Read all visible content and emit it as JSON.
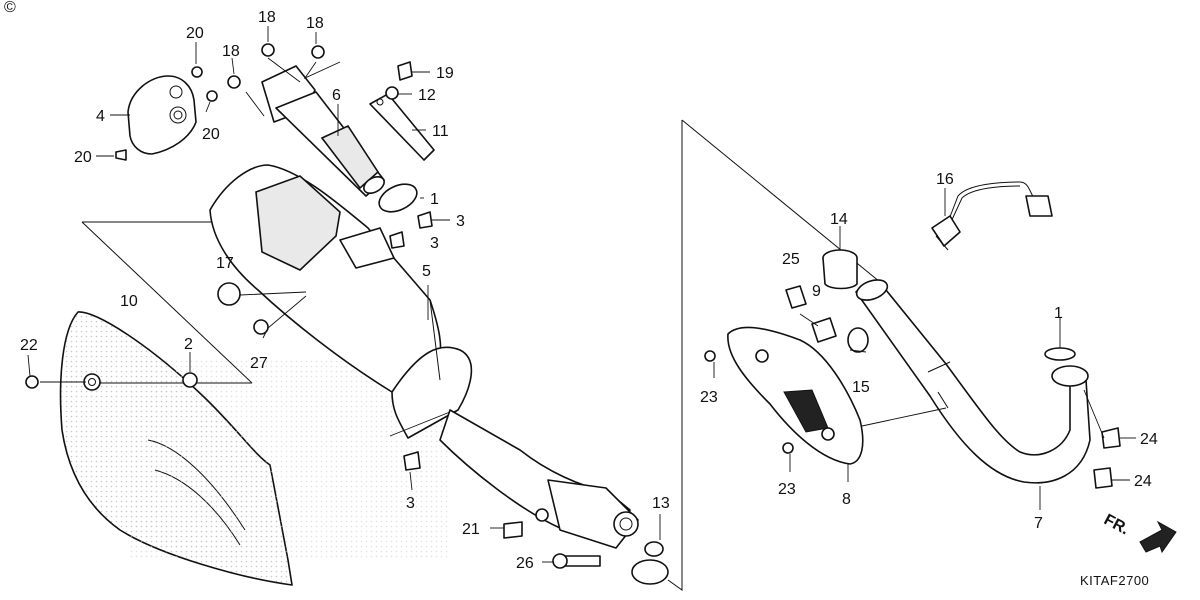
{
  "diagram": {
    "corner_symbol": "©",
    "drawing_code": "KITAF2700",
    "direction_label": "FR."
  },
  "callouts": {
    "c1a": "1",
    "c1b": "1",
    "c2": "2",
    "c3a": "3",
    "c3b": "3",
    "c3c": "3",
    "c4": "4",
    "c5": "5",
    "c6": "6",
    "c7": "7",
    "c8": "8",
    "c9": "9",
    "c10": "10",
    "c11": "11",
    "c12": "12",
    "c13": "13",
    "c14": "14",
    "c15": "15",
    "c16": "16",
    "c17": "17",
    "c18a": "18",
    "c18b": "18",
    "c18c": "18",
    "c19": "19",
    "c20a": "20",
    "c20b": "20",
    "c20c": "20",
    "c21": "21",
    "c22": "22",
    "c23a": "23",
    "c23b": "23",
    "c24a": "24",
    "c24b": "24",
    "c25": "25",
    "c26": "26",
    "c27": "27"
  }
}
